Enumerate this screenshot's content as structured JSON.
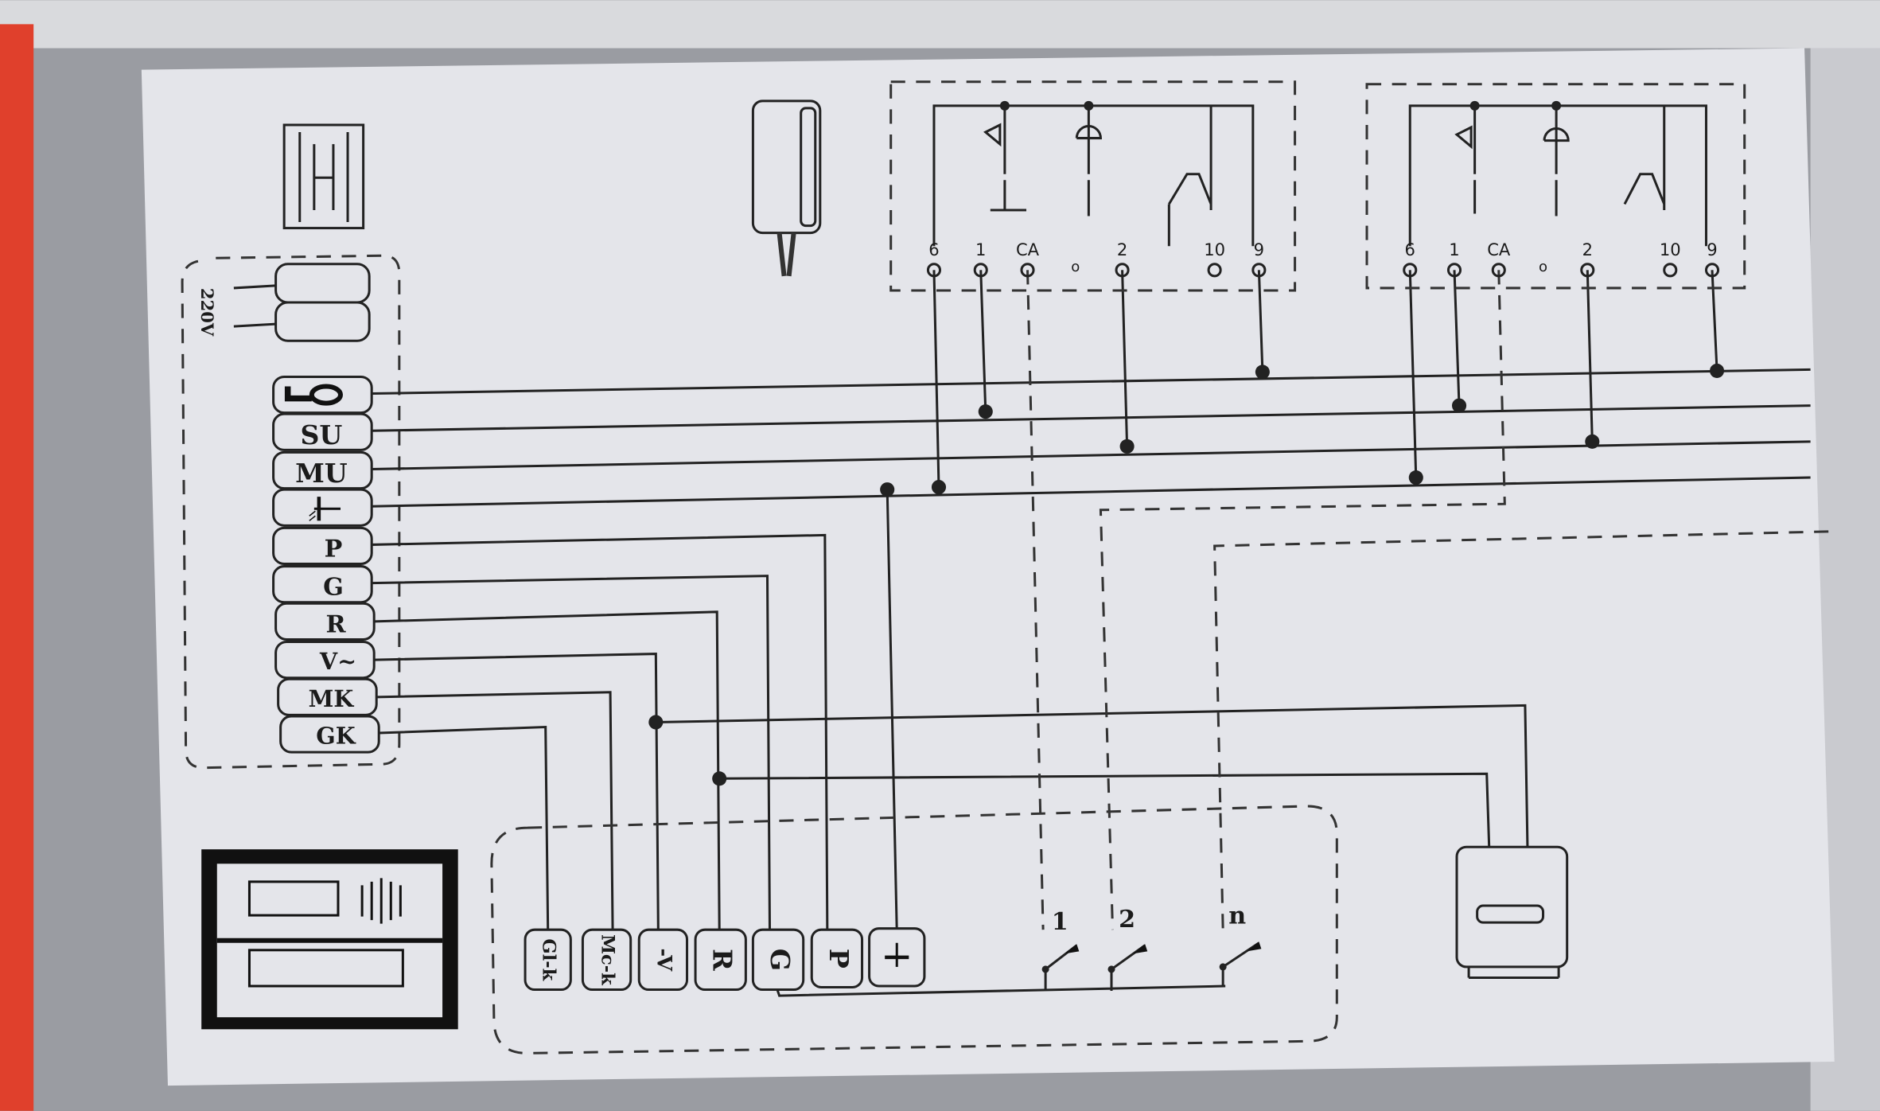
{
  "power_label": "220V",
  "terminal_block": {
    "terminals": [
      {
        "label": "",
        "icon": "key-icon"
      },
      {
        "label": "SU"
      },
      {
        "label": "MU"
      },
      {
        "label": "",
        "icon": "ground-icon"
      },
      {
        "label": "P"
      },
      {
        "label": "G"
      },
      {
        "label": "R"
      },
      {
        "label": "V~"
      },
      {
        "label": "MK"
      },
      {
        "label": "GK"
      }
    ]
  },
  "handset_terminals": [
    "6",
    "1",
    "CA",
    "o",
    "2",
    "10",
    "9"
  ],
  "door_panel_terminals": [
    "Gl-k",
    "Mc-k",
    "-V",
    "R",
    "G",
    "P",
    ""
  ],
  "call_buttons": [
    "1",
    "2",
    "n"
  ],
  "colors": {
    "paper": "#e4e5ea",
    "line": "#222222",
    "edge": "#e8412f"
  }
}
